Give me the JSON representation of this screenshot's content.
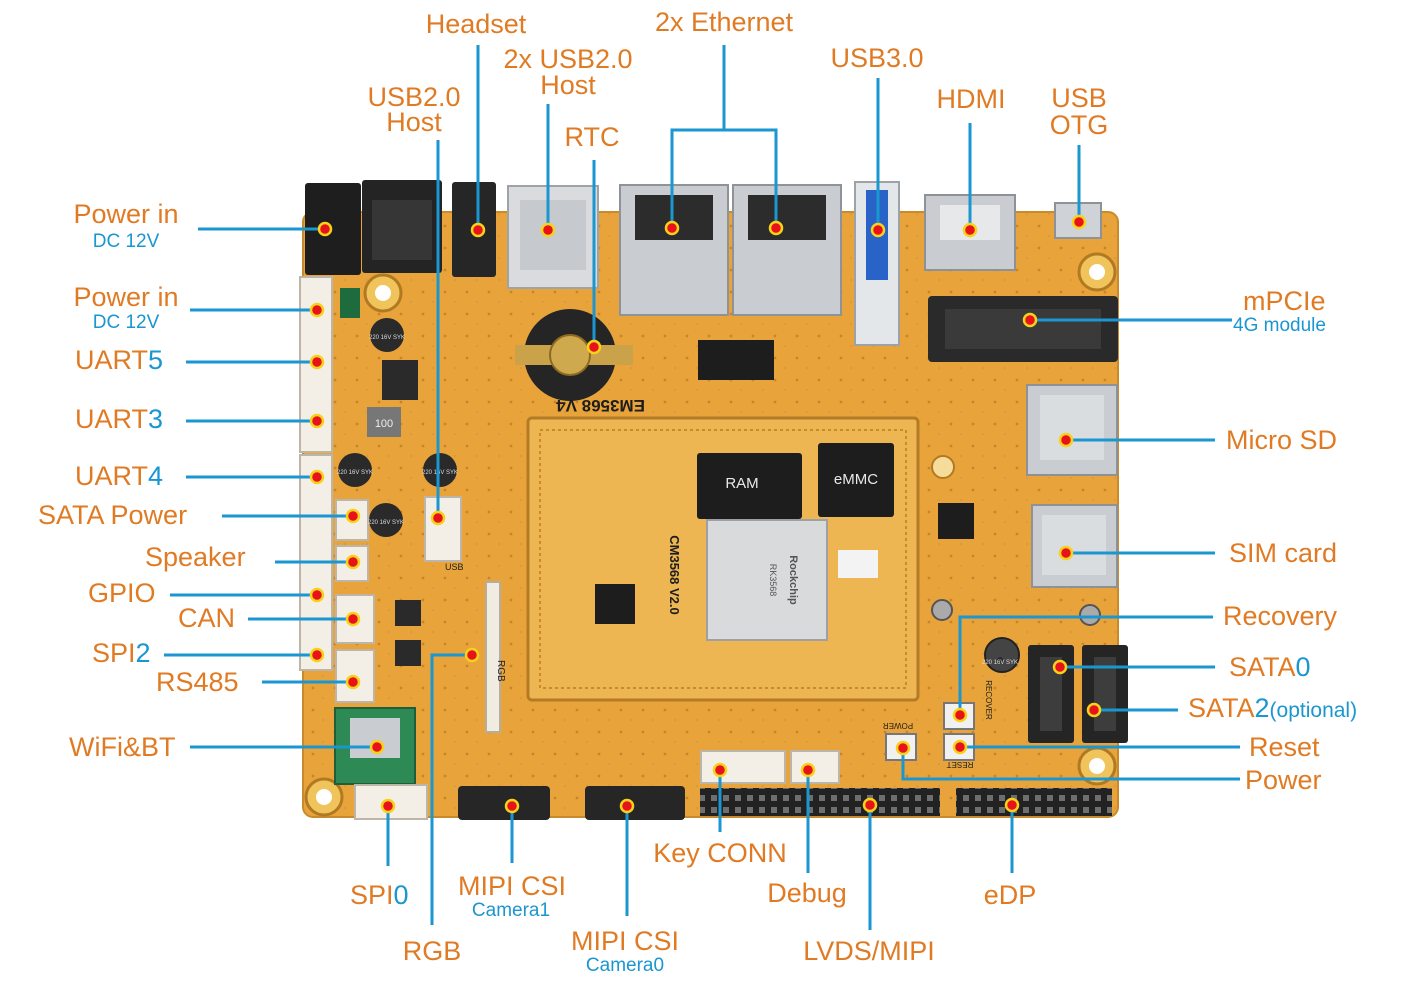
{
  "colors": {
    "label": "#e07b24",
    "accent": "#1a96d0",
    "pcb": "#e8a43a",
    "leader": "#1a96d0",
    "marker_fill": "#e8121b",
    "marker_ring": "#f7d21a"
  },
  "board": {
    "silkscreen_board": "EM3568 V4",
    "silkscreen_module": "CM3568 V2.0",
    "chip_ram": "RAM",
    "chip_emmc": "eMMC",
    "soc_brand": "Rockchip",
    "soc_model": "RK3568",
    "cap_text": "220 16V SYK",
    "inductor_text": "100",
    "rgb_silk": "RGB",
    "usb_silk": "USB",
    "power_silk": "POWER",
    "reset_silk": "RESET",
    "recover_silk": "RECOVER"
  },
  "labels": {
    "headset": "Headset",
    "ethernet": "2x Ethernet",
    "usb2_host_2x_line1": "2x USB2.0",
    "usb2_host_2x_line2": "Host",
    "usb3": "USB3.0",
    "hdmi": "HDMI",
    "usb_otg_line1": "USB",
    "usb_otg_line2": "OTG",
    "usb2_host_line1": "USB2.0",
    "usb2_host_line2": "Host",
    "rtc": "RTC",
    "power_in_1": "Power in",
    "power_in_1_sub": "DC 12V",
    "power_in_2": "Power in",
    "power_in_2_sub": "DC 12V",
    "uart5_text": "UART",
    "uart5_num": "5",
    "uart3_text": "UART",
    "uart3_num": "3",
    "uart4_text": "UART",
    "uart4_num": "4",
    "sata_power": "SATA Power",
    "speaker": "Speaker",
    "gpio": "GPIO",
    "can": "CAN",
    "spi2_text": "SPI",
    "spi2_num": "2",
    "rs485": "RS485",
    "wifi_bt": "WiFi&BT",
    "mpcie": "mPCIe",
    "mpcie_sub": "4G module",
    "micro_sd": "Micro SD",
    "sim_card": "SIM card",
    "recovery": "Recovery",
    "sata0_text": "SATA",
    "sata0_num": "0",
    "sata2_text": "SATA",
    "sata2_num": "2",
    "sata2_note": "(optional)",
    "reset": "Reset",
    "power": "Power",
    "spi0_text": "SPI",
    "spi0_num": "0",
    "rgb": "RGB",
    "mipi_csi_1": "MIPI CSI",
    "mipi_csi_1_sub": "Camera1",
    "mipi_csi_0": "MIPI CSI",
    "mipi_csi_0_sub": "Camera0",
    "key_conn": "Key CONN",
    "debug": "Debug",
    "lvds_mipi": "LVDS/MIPI",
    "edp": "eDP"
  }
}
